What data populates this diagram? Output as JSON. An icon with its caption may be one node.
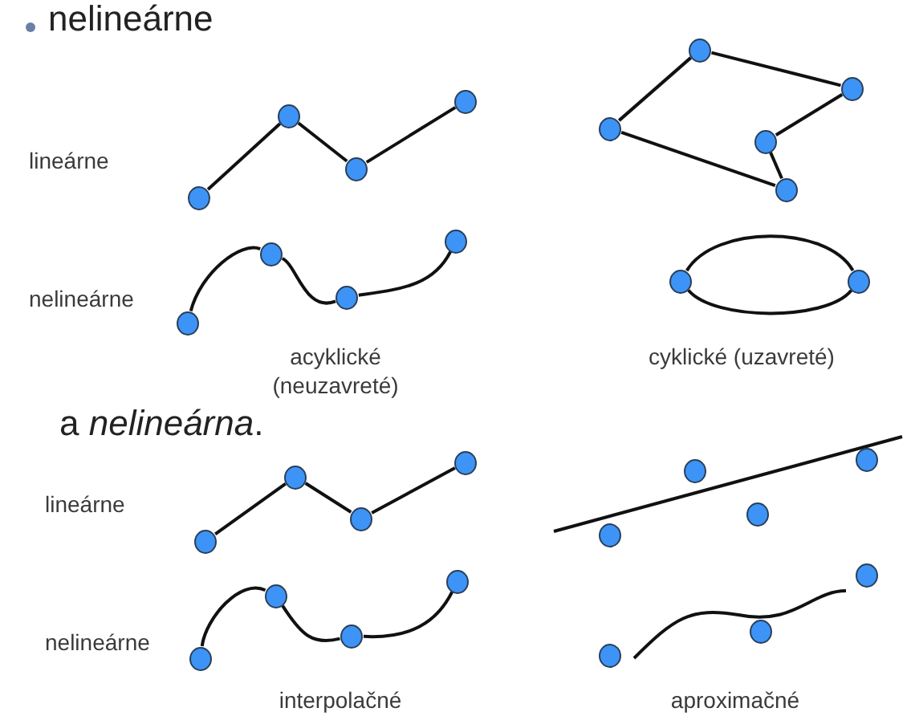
{
  "diagram": {
    "nodes": [
      {
        "text": [],
        "shape": "circle"
      },
      {
        "text": [],
        "shape": "circle"
      },
      {
        "text": [],
        "shape": "circle"
      },
      {
        "text": [],
        "shape": "circle"
      },
      {
        "text": [],
        "shape": "circle"
      },
      {
        "text": [],
        "shape": "circle"
      },
      {
        "text": [],
        "shape": "circle"
      },
      {
        "text": [],
        "shape": "circle"
      },
      {
        "text": [],
        "shape": "circle"
      },
      {
        "text": [],
        "shape": "circle"
      },
      {
        "text": [],
        "shape": "circle"
      },
      {
        "text": [],
        "shape": "circle"
      },
      {
        "text": [],
        "shape": "circle"
      },
      {
        "text": [],
        "shape": "circle"
      },
      {
        "text": [],
        "shape": "circle"
      },
      {
        "text": [],
        "shape": "circle"
      },
      {
        "text": [],
        "shape": "circle"
      },
      {
        "text": [],
        "shape": "circle"
      },
      {
        "text": [],
        "shape": "circle"
      },
      {
        "text": [],
        "shape": "circle"
      },
      {
        "text": [],
        "shape": "circle"
      },
      {
        "text": [],
        "shape": "circle"
      },
      {
        "text": [],
        "shape": "circle"
      },
      {
        "text": [],
        "shape": "circle"
      },
      {
        "text": [],
        "shape": "circle"
      },
      {
        "text": [],
        "shape": "circle"
      },
      {
        "text": [],
        "shape": "circle"
      },
      {
        "text": [],
        "shape": "circle"
      },
      {
        "text": [],
        "shape": "circle"
      },
      {
        "text": [],
        "shape": "circle"
      }
    ],
    "edges": [
      {
        "from": 0,
        "to": 1,
        "arrow": "none"
      },
      {
        "from": 1,
        "to": 2,
        "arrow": "none"
      },
      {
        "from": 2,
        "to": 3,
        "arrow": "none"
      },
      {
        "from": 4,
        "to": 5,
        "arrow": "none"
      },
      {
        "from": 5,
        "to": 6,
        "arrow": "none"
      },
      {
        "from": 6,
        "to": 7,
        "arrow": "none"
      },
      {
        "from": 8,
        "to": 10,
        "arrow": "none"
      },
      {
        "from": 10,
        "to": 11,
        "arrow": "none"
      },
      {
        "from": 11,
        "to": 12,
        "arrow": "none"
      },
      {
        "from": 12,
        "to": 9,
        "arrow": "none"
      },
      {
        "from": 9,
        "to": 8,
        "arrow": "none"
      },
      {
        "from": 13,
        "to": 14,
        "arrow": "none"
      },
      {
        "from": 13,
        "to": 14,
        "arrow": "none"
      },
      {
        "from": 15,
        "to": 16,
        "arrow": "none"
      },
      {
        "from": 16,
        "to": 17,
        "arrow": "none"
      },
      {
        "from": 17,
        "to": 18,
        "arrow": "none"
      },
      {
        "from": 23,
        "to": 24,
        "arrow": "none"
      },
      {
        "from": 24,
        "to": 25,
        "arrow": "none"
      },
      {
        "from": 25,
        "to": 26,
        "arrow": "none"
      }
    ],
    "labels": [
      "nelineárne",
      "lineárne",
      "nelineárne",
      "acyklické (neuzavreté)",
      "cyklické (uzavreté)",
      "a *nelineárna*.",
      "lineárne",
      "nelineárne",
      "interpolačné",
      "aproximačné"
    ]
  }
}
